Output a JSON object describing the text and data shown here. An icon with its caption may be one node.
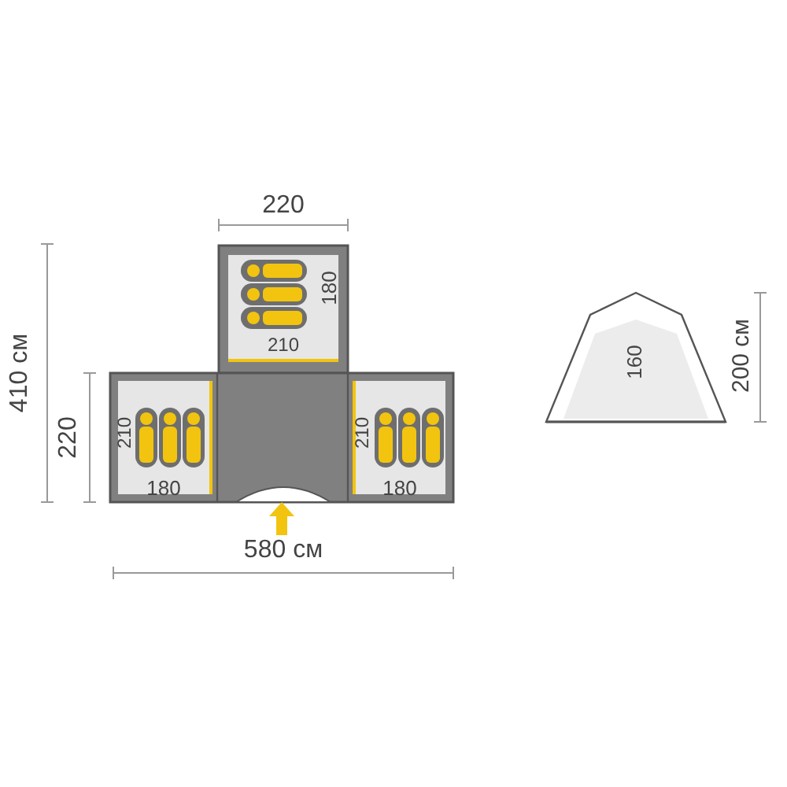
{
  "diagram": {
    "labels": [
      "220",
      "180",
      "210",
      "410 см",
      "200 см",
      "160",
      "220",
      "210",
      "210",
      "180",
      "180",
      "580 см"
    ]
  }
}
